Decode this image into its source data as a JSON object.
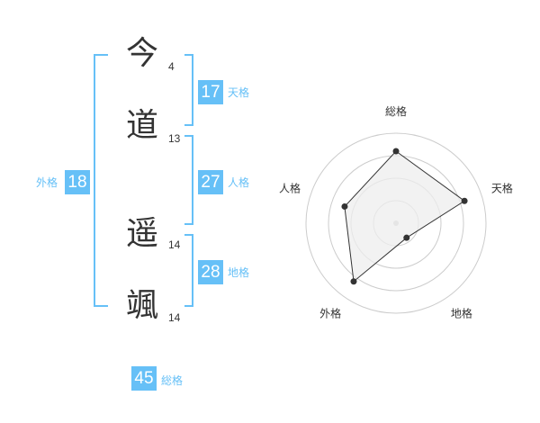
{
  "name": {
    "characters": [
      {
        "char": "今",
        "strokes": "4"
      },
      {
        "char": "道",
        "strokes": "13"
      },
      {
        "char": "遥",
        "strokes": "14"
      },
      {
        "char": "颯",
        "strokes": "14"
      }
    ]
  },
  "fortunes": {
    "tenkaku": {
      "value": "17",
      "label": "天格"
    },
    "jinkaku": {
      "value": "27",
      "label": "人格"
    },
    "chikaku": {
      "value": "28",
      "label": "地格"
    },
    "gaikaku": {
      "value": "18",
      "label": "外格"
    },
    "soukaku": {
      "value": "45",
      "label": "総格"
    }
  },
  "colors": {
    "accent": "#66c0f7",
    "text": "#333333",
    "radar_fill": "#eeeeee",
    "radar_grid": "#cccccc"
  },
  "chart_data": {
    "type": "radar",
    "axes": [
      "総格",
      "天格",
      "地格",
      "外格",
      "人格"
    ],
    "values": [
      0.8,
      0.8,
      0.2,
      0.8,
      0.6
    ],
    "rings": 4,
    "max": 1
  }
}
